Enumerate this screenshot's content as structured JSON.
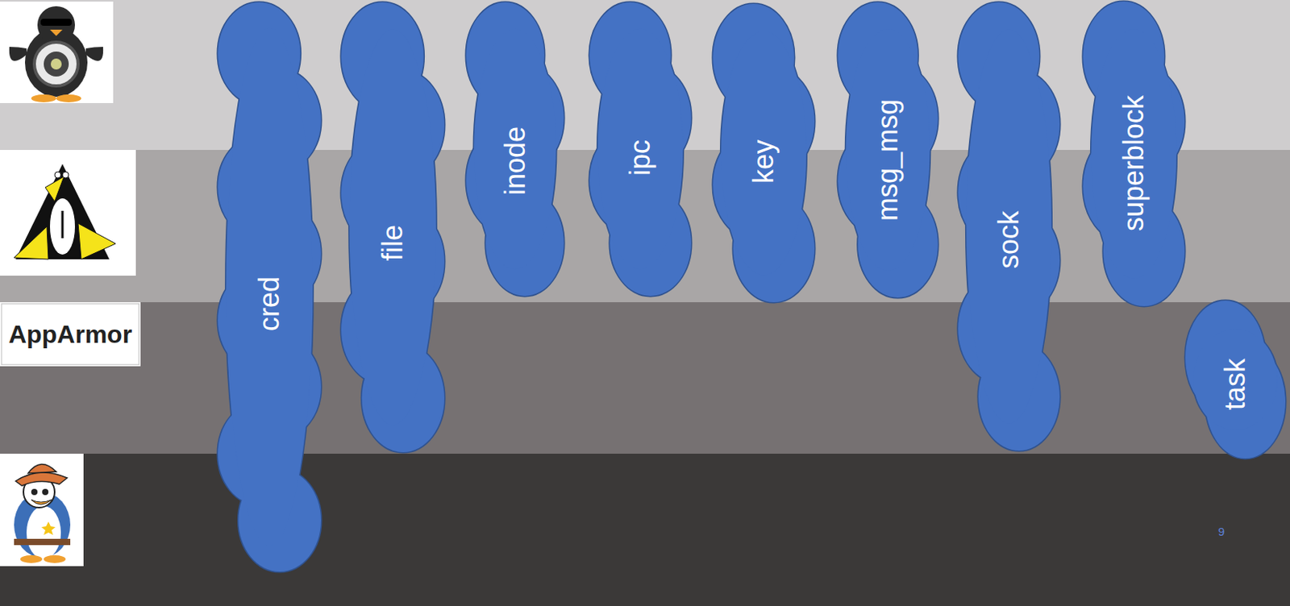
{
  "diagram": {
    "nodes": [
      {
        "text": [
          "cred"
        ]
      },
      {
        "text": [
          "file"
        ]
      },
      {
        "text": [
          "inode"
        ]
      },
      {
        "text": [
          "ipc"
        ]
      },
      {
        "text": [
          "key"
        ]
      },
      {
        "text": [
          "msg_msg"
        ]
      },
      {
        "text": [
          "sock"
        ]
      },
      {
        "text": [
          "superblock"
        ]
      },
      {
        "text": [
          "task"
        ]
      }
    ],
    "labels": [
      "AppArmor",
      "9"
    ]
  }
}
